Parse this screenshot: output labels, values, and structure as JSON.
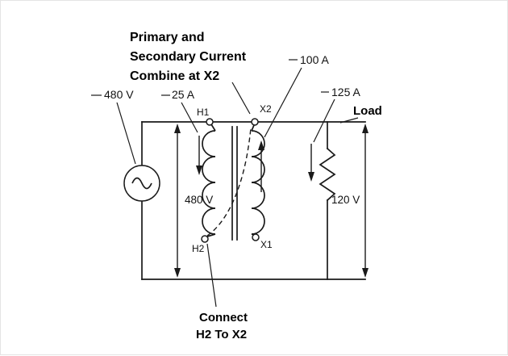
{
  "note_combine": {
    "line1": "Primary and",
    "line2": "Secondary Current",
    "line3": "Combine at X2"
  },
  "note_connect": {
    "line1": "Connect",
    "line2": "H2 To X2"
  },
  "labels": {
    "source_voltage": "480 V",
    "primary_current": "25 A",
    "secondary_current": "100 A",
    "load_current": "125 A",
    "load": "Load",
    "terminal_h1": "H1",
    "terminal_h2": "H2",
    "terminal_x1": "X1",
    "terminal_x2": "X2",
    "primary_voltage": "480 V",
    "secondary_voltage": "120 V"
  },
  "colors": {
    "line": "#1a1a1a",
    "background": "#ffffff"
  }
}
